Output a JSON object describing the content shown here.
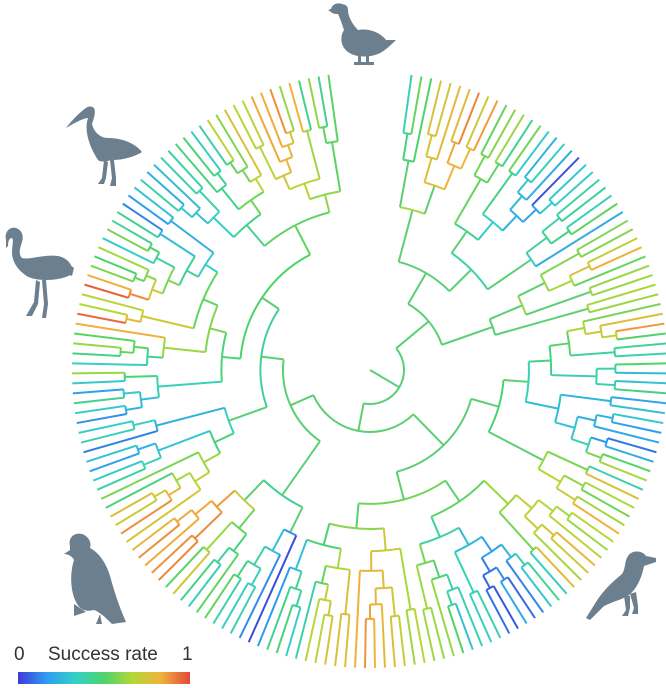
{
  "figure": {
    "background": "#ffffff",
    "branch_color": "#5ccf73",
    "silhouette_color": "#6c7f8e"
  },
  "colorbar": {
    "title": "Success rate",
    "min_label": "0",
    "max_label": "1",
    "colors": [
      "#3d3ad6",
      "#2f9df0",
      "#36cfc8",
      "#4cd36a",
      "#b4d837",
      "#f0b13a",
      "#e4463b"
    ]
  },
  "icons": [
    {
      "name": "goose-silhouette-icon"
    },
    {
      "name": "ibis-silhouette-icon"
    },
    {
      "name": "flamingo-silhouette-icon"
    },
    {
      "name": "hawk-silhouette-icon"
    },
    {
      "name": "songbird-silhouette-icon"
    }
  ],
  "tree": {
    "layout": "circular phylogeny",
    "leaf_count": 180,
    "colored_by": "success rate (0 to 1)"
  }
}
